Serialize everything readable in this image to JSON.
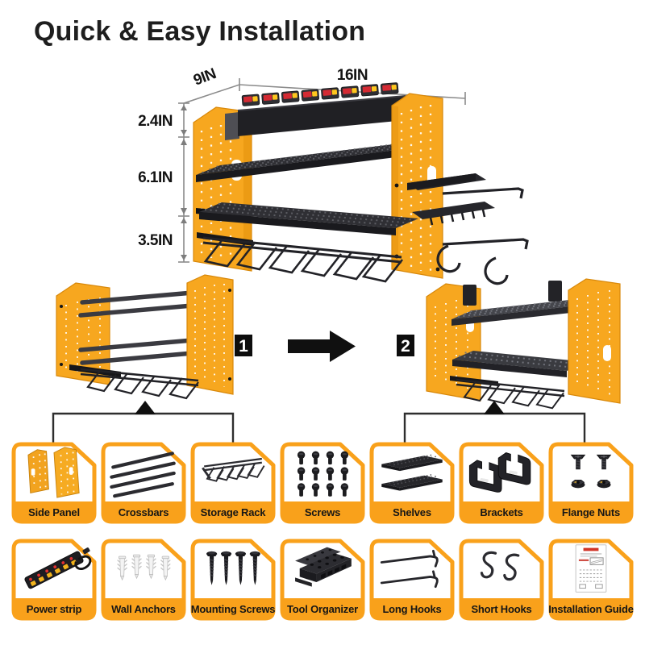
{
  "title": "Quick & Easy Installation",
  "dimensions": {
    "depth": "9IN",
    "width": "16IN",
    "height_top": "2.4IN",
    "height_middle": "6.1IN",
    "height_bottom": "3.5IN"
  },
  "steps": [
    {
      "number": "1"
    },
    {
      "number": "2"
    }
  ],
  "parts": {
    "row1": [
      {
        "label": "Side Panel"
      },
      {
        "label": "Crossbars"
      },
      {
        "label": "Storage Rack"
      },
      {
        "label": "Screws"
      },
      {
        "label": "Shelves"
      },
      {
        "label": "Brackets"
      },
      {
        "label": "Flange Nuts"
      }
    ],
    "row2": [
      {
        "label": "Power strip"
      },
      {
        "label": "Wall Anchors"
      },
      {
        "label": "Mounting Screws"
      },
      {
        "label": "Tool Organizer"
      },
      {
        "label": "Long Hooks"
      },
      {
        "label": "Short Hooks"
      },
      {
        "label": "Installation Guide"
      }
    ]
  },
  "colors": {
    "accent_yellow": "#F9A11B",
    "panel_yellow": "#F7A71F",
    "dark_metal": "#1b1b1e",
    "battery_red": "#D42A33",
    "battery_yellow": "#FFC61E",
    "guide_red": "#D03428"
  }
}
